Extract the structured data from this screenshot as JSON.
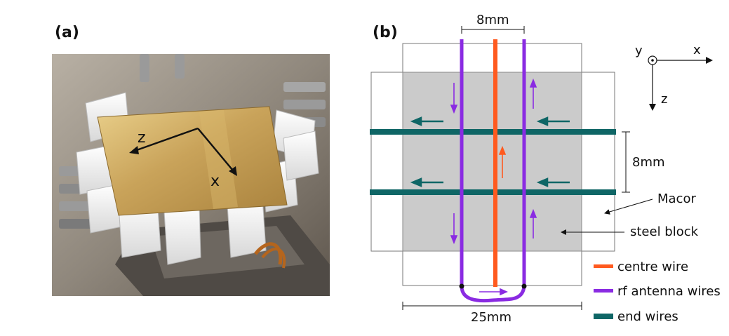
{
  "panel_a": {
    "label": "(a)",
    "photo_axis_z": "z",
    "photo_axis_x": "x"
  },
  "panel_b": {
    "label": "(b)",
    "dim_top": "8mm",
    "dim_right": "8mm",
    "dim_bottom": "25mm",
    "axes": {
      "y": "y",
      "x": "x",
      "z": "z"
    },
    "labels": {
      "macor": "Macor",
      "steel_block": "steel block"
    },
    "legend": [
      {
        "label": "centre wire",
        "color": "#ff5a1f"
      },
      {
        "label": "rf antenna wires",
        "color": "#8a2be2"
      },
      {
        "label": "end wires",
        "color": "#0f6666"
      }
    ]
  }
}
